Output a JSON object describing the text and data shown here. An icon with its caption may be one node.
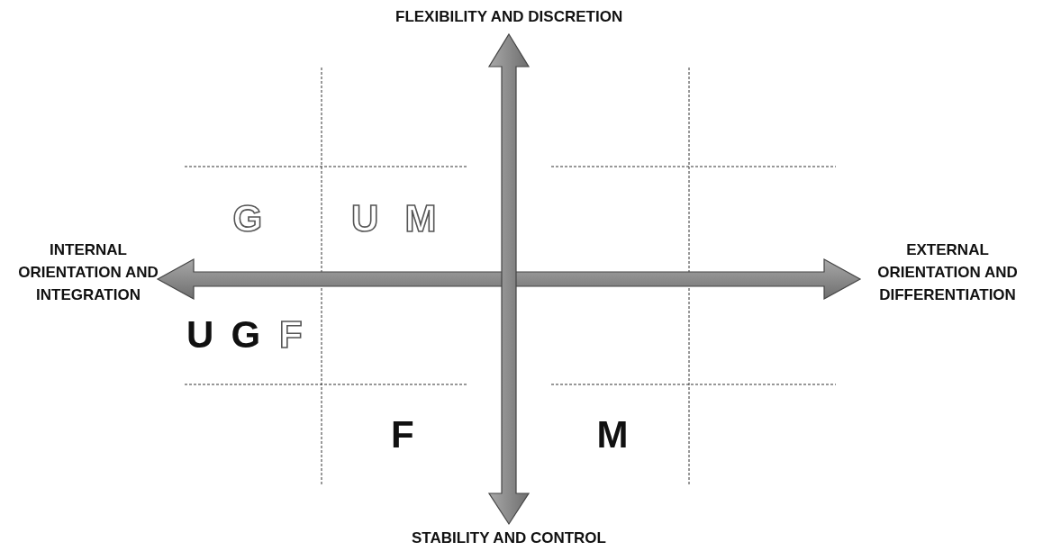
{
  "diagram": {
    "labels": [
      "FLEXIBILITY AND DISCRETION",
      "G",
      "U",
      "M",
      "INTERNAL ORIENTATION AND INTEGRATION",
      "EXTERNAL ORIENTATION AND DIFFERENTIATION",
      "U",
      "G",
      "F",
      "F",
      "M",
      "STABILITY AND CONTROL"
    ]
  }
}
